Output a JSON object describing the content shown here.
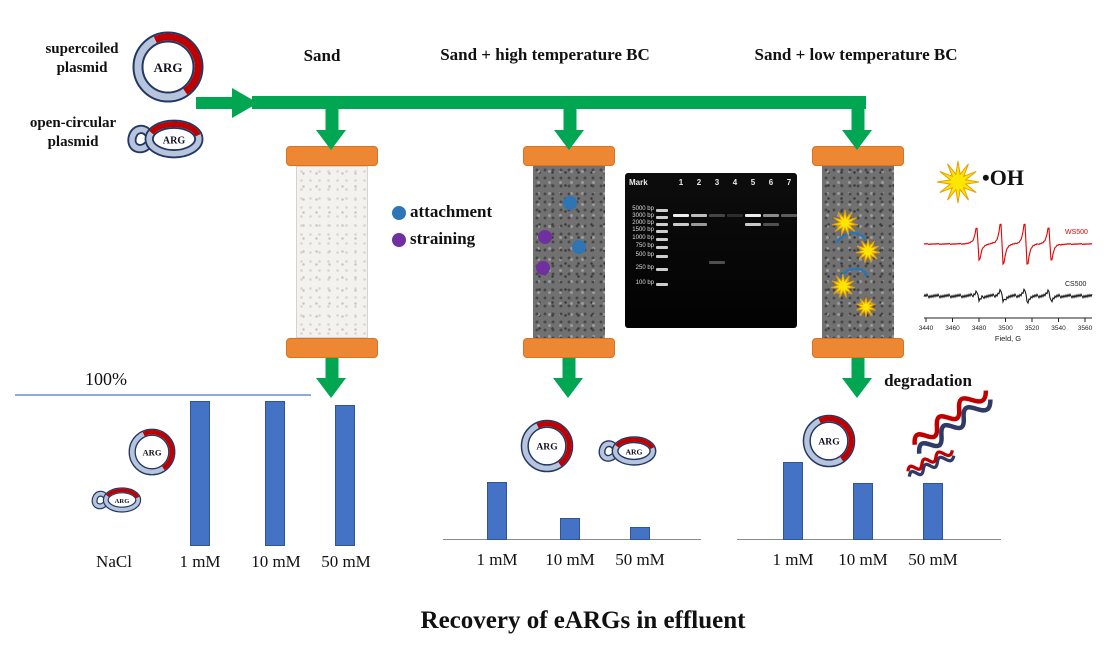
{
  "figure": {
    "title": "Recovery of eARGs  in effluent"
  },
  "plasmid_labels": {
    "supercoiled_line1": "supercoiled",
    "supercoiled_line2": "plasmid",
    "open_circular_line1": "open-circular",
    "open_circular_line2": "plasmid",
    "arg": "ARG"
  },
  "column_headers": [
    "Sand",
    "Sand + high temperature BC",
    "Sand + low temperature BC"
  ],
  "legend": {
    "attachment": "attachment",
    "straining": "straining"
  },
  "gel": {
    "lane_labels": [
      "Mark",
      "1",
      "2",
      "3",
      "4",
      "5",
      "6",
      "7"
    ],
    "bp_labels": [
      "5000 bp",
      "3000 bp",
      "2000 bp",
      "1500 bp",
      "1000 bp",
      "750 bp",
      "500 bp",
      "250 bp",
      "100 bp"
    ],
    "ladder_y": [
      36,
      43,
      50,
      57,
      65,
      73,
      82,
      95,
      110
    ],
    "sample_bands": [
      [
        1,
        41,
        0.95
      ],
      [
        1,
        50,
        0.8
      ],
      [
        2,
        41,
        0.75
      ],
      [
        2,
        50,
        0.6
      ],
      [
        3,
        41,
        0.25
      ],
      [
        3,
        88,
        0.3
      ],
      [
        4,
        41,
        0.15
      ],
      [
        5,
        41,
        0.95
      ],
      [
        5,
        50,
        0.8
      ],
      [
        6,
        41,
        0.55
      ],
      [
        6,
        50,
        0.3
      ],
      [
        7,
        41,
        0.35
      ]
    ]
  },
  "radical_label": "•OH",
  "epr": {
    "xlabel": "Field, G",
    "xticks": [
      "3440",
      "3460",
      "3480",
      "3500",
      "3520",
      "3540",
      "3560"
    ],
    "series": [
      {
        "name": "WS500",
        "color": "#E60000",
        "amplitude": 22
      },
      {
        "name": "CS500",
        "color": "#1a1a1a",
        "amplitude": 6
      }
    ]
  },
  "degradation_label": "degradation",
  "charts": {
    "hundred_label": "100%",
    "nacl_label": "NaCl",
    "type": "bar",
    "ylabel": "Recovery of eARGs in effluent (%)",
    "groups": [
      {
        "name": "Sand",
        "categories": [
          "1 mM",
          "10 mM",
          "50 mM"
        ],
        "recovery_percent": [
          97,
          97,
          94
        ]
      },
      {
        "name": "Sand + high temperature BC",
        "categories": [
          "1 mM",
          "10 mM",
          "50 mM"
        ],
        "recovery_percent": [
          39,
          15,
          9
        ]
      },
      {
        "name": "Sand + low temperature BC",
        "categories": [
          "1 mM",
          "10 mM",
          "50 mM"
        ],
        "recovery_percent": [
          52,
          38,
          38
        ]
      }
    ]
  },
  "colors": {
    "green": "#00A651",
    "orange": "#ED8733",
    "bar_blue": "#4472C4",
    "attachment_blue": "#2E75B6",
    "straining_purple": "#7030A0",
    "plasmid_red": "#C00000",
    "plasmid_ring": "#B7C4DC",
    "plasmid_outline": "#203864",
    "starburst_yellow": "#FFE600",
    "starburst_edge": "#E8A000"
  }
}
